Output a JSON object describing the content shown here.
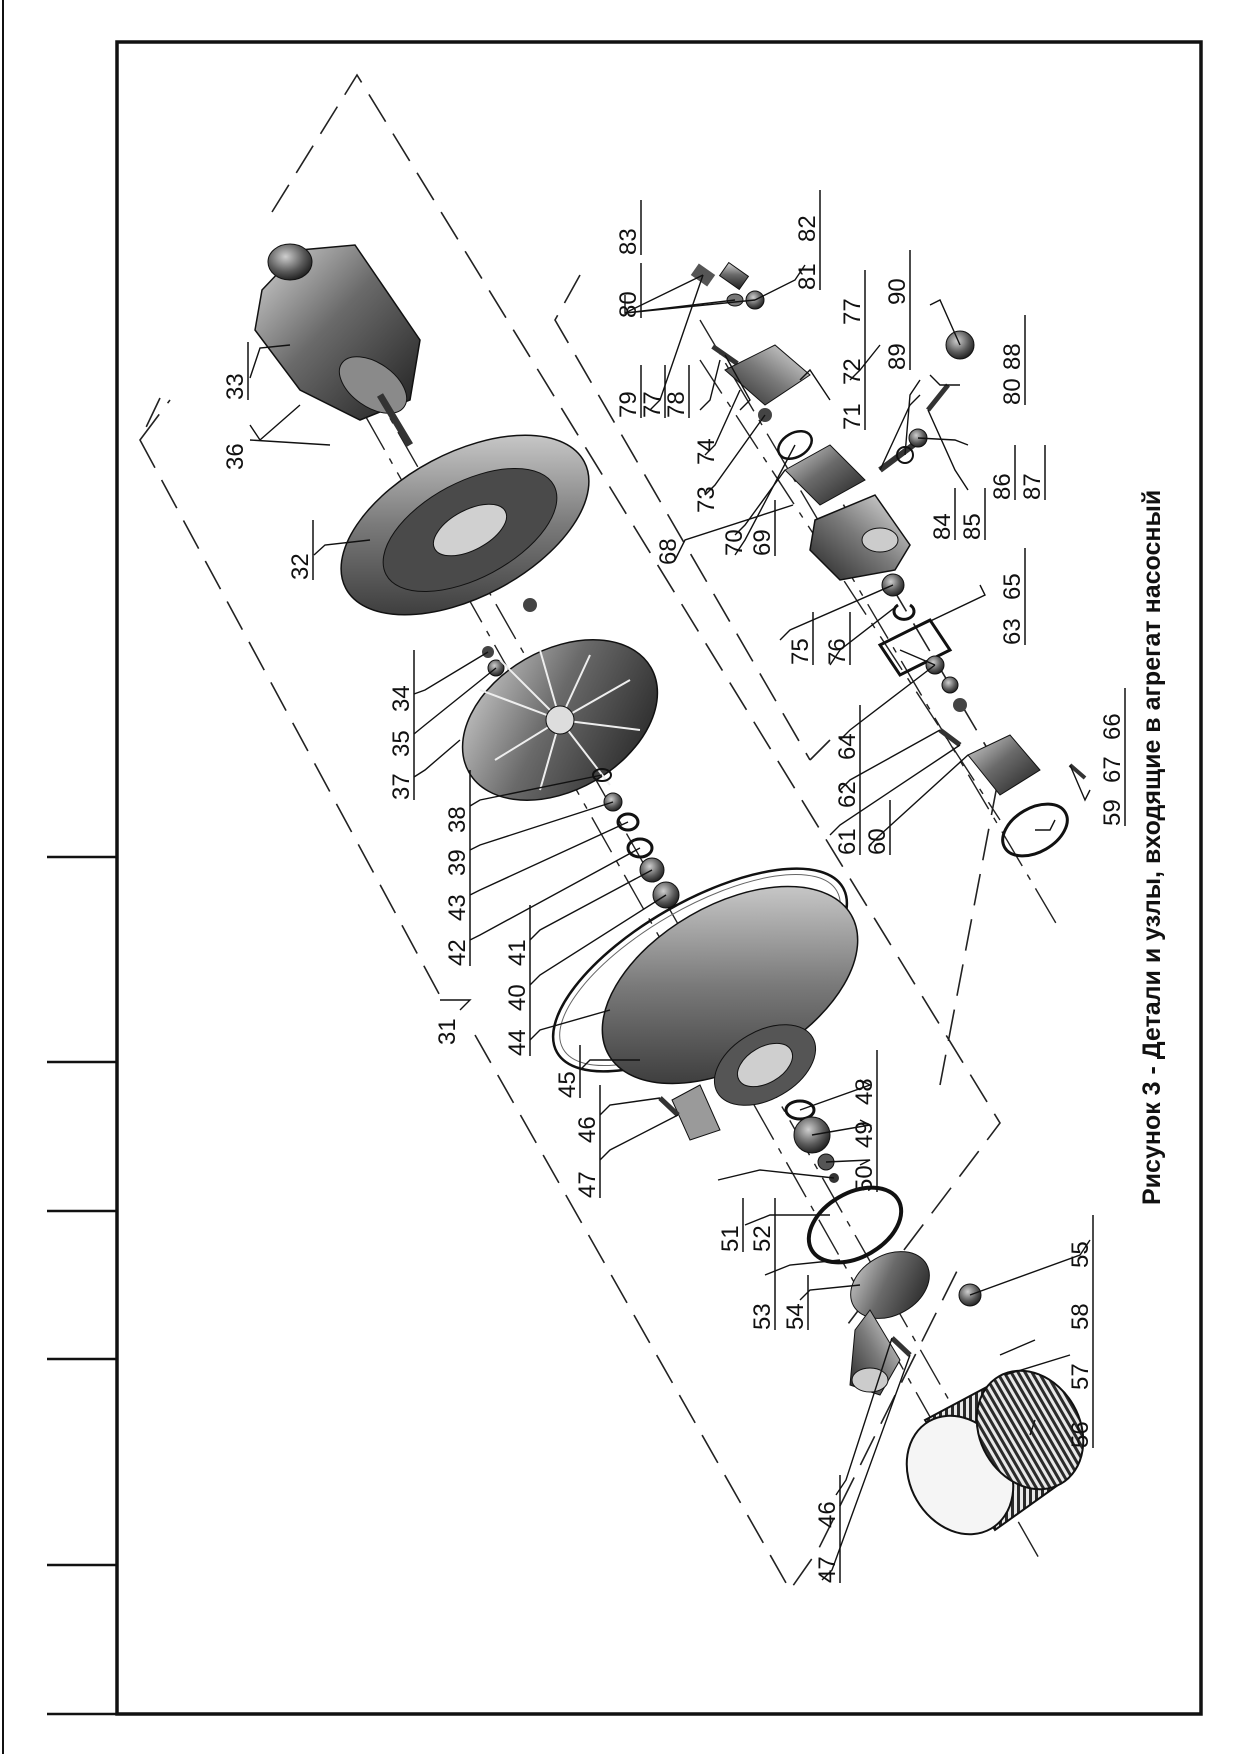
{
  "caption": "Рисунок 3 - Детали и узлы, входящие в агрегат насосный",
  "labels": {
    "l31": "31",
    "l32": "32",
    "l33": "33",
    "l34": "34",
    "l35": "35",
    "l36": "36",
    "l37": "37",
    "l38": "38",
    "l39": "39",
    "l40": "40",
    "l41": "41",
    "l42": "42",
    "l43": "43",
    "l44": "44",
    "l45": "45",
    "l46": "46",
    "l47": "47",
    "l48": "48",
    "l49": "49",
    "l50": "50",
    "l51": "51",
    "l52": "52",
    "l53": "53",
    "l54": "54",
    "l55": "55",
    "l56": "56",
    "l57": "57",
    "l58": "58",
    "l59": "59",
    "l60": "60",
    "l61": "61",
    "l62": "62",
    "l63": "63",
    "l64": "64",
    "l65": "65",
    "l66": "66",
    "l67": "67",
    "l68": "68",
    "l69": "69",
    "l70": "70",
    "l71": "71",
    "l72": "72",
    "l73": "73",
    "l74": "74",
    "l75": "75",
    "l76": "76",
    "l77a": "77",
    "l77b": "77",
    "l78": "78",
    "l79": "79",
    "l80a": "80",
    "l80b": "80",
    "l81": "81",
    "l82": "82",
    "l83": "83",
    "l84": "84",
    "l85": "85",
    "l86": "86",
    "l87": "87",
    "l88": "88",
    "l89": "89",
    "l90": "90",
    "l46b": "46",
    "l47b": "47"
  },
  "colors": {
    "ink": "#111111",
    "metal_dark": "#3a3a3a",
    "metal_mid": "#6e6e6e",
    "metal_light": "#bdbdbd",
    "paper": "#ffffff"
  }
}
